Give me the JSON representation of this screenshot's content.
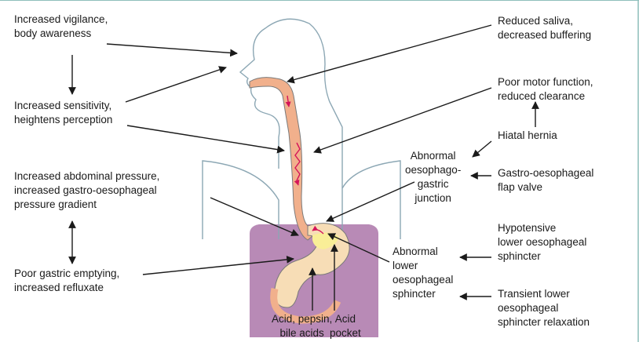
{
  "labels": {
    "vigilance": [
      "Increased vigilance,",
      "body awareness"
    ],
    "sensitivity": [
      "Increased sensitivity,",
      "heightens perception"
    ],
    "abdominal": [
      "Increased abdominal pressure,",
      "increased gastro-oesophageal",
      "pressure gradient"
    ],
    "gastric_emptying": [
      "Poor gastric emptying,",
      "increased refluxate"
    ],
    "acid_pepsin": [
      "Acid, pepsin,",
      "bile acids"
    ],
    "acid_pocket": [
      "Acid",
      "pocket"
    ],
    "saliva": [
      "Reduced saliva,",
      "decreased buffering"
    ],
    "motor": [
      "Poor motor function,",
      "reduced clearance"
    ],
    "hiatal": [
      "Hiatal hernia"
    ],
    "egj": [
      "Abnormal",
      "oesophago-",
      "gastric",
      "junction"
    ],
    "flap": [
      "Gastro-oesophageal",
      "flap valve"
    ],
    "hypotensive": [
      "Hypotensive",
      "lower oesophageal",
      "sphincter"
    ],
    "les": [
      "Abnormal",
      "lower",
      "oesophageal",
      "sphincter"
    ],
    "transient": [
      "Transient lower",
      "oesophageal",
      "sphincter relaxation"
    ]
  },
  "colors": {
    "outline": "#8ca7b4",
    "abdomen": "#b88ab6",
    "oesophagus": "#f1b08c",
    "stomach": "#f7ddb6",
    "reflux": "#d4145a",
    "arrow": "#1a1a1a",
    "frame": "#8fbfbb"
  }
}
